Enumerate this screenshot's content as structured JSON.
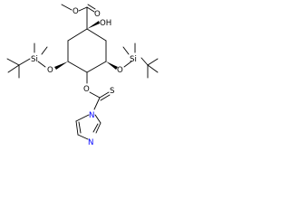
{
  "labels": {
    "ester_o_left": "O",
    "ester_o_right": "O",
    "oh": "OH",
    "si_left": "Si",
    "si_right": "Si",
    "o_left": "O",
    "o_right": "O",
    "o_bottom": "O",
    "s_thio": "S",
    "n_upper": "N",
    "n_lower": "N"
  },
  "colors": {
    "bond": "#000000",
    "oxygen_label": "#ff0000",
    "nitrogen_label": "#0000ff",
    "text": "#000000"
  }
}
